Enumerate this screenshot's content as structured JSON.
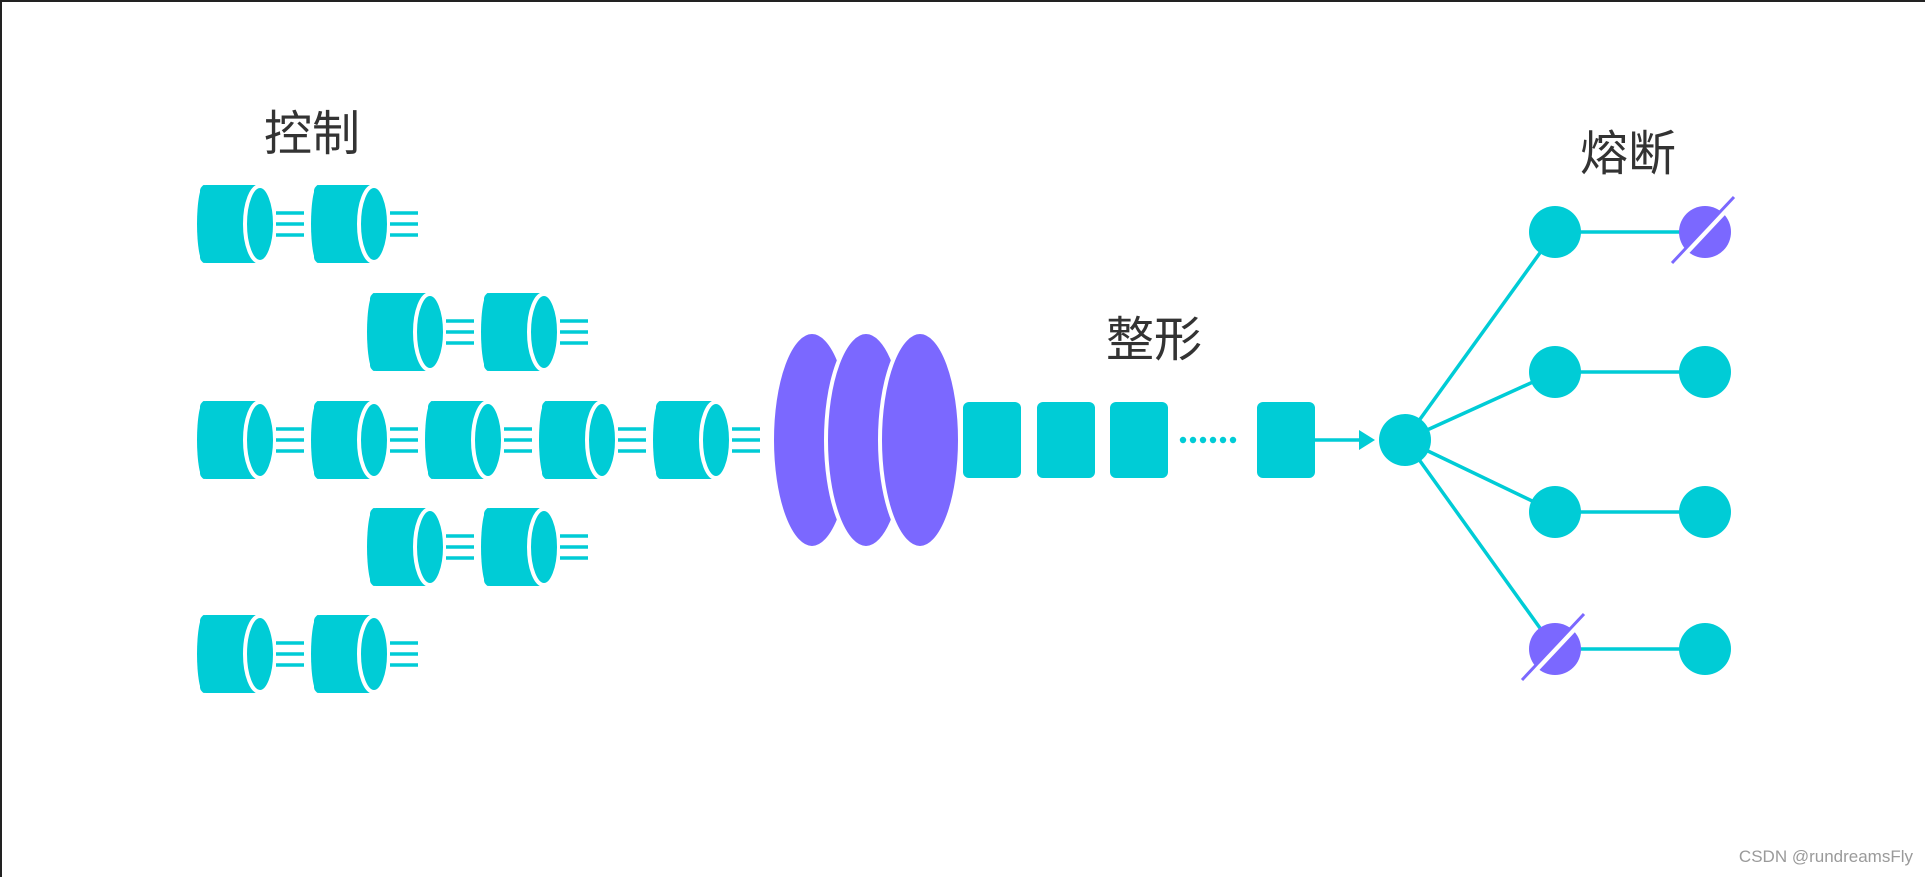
{
  "labels": {
    "control": "控制",
    "shaping": "整形",
    "fuse": "熔断"
  },
  "watermark": "CSDN @rundreamsFly",
  "colors": {
    "request": "#00CCD6",
    "shaper": "#7B68FF",
    "broken_node": "#7B68FF",
    "text": "#333333",
    "background": "#FFFFFF"
  },
  "control": {
    "rows": [
      {
        "cylinders": 2
      },
      {
        "cylinders": 2
      },
      {
        "cylinders": 5
      },
      {
        "cylinders": 2
      },
      {
        "cylinders": 2
      }
    ]
  },
  "shaping": {
    "shaper_discs": 3,
    "queue_blocks_before_ellipsis": 3,
    "queue_blocks_after_ellipsis": 1,
    "ellipsis_dots": 6
  },
  "fuse": {
    "branches": [
      {
        "first_node_broken": false,
        "second_node_broken": true
      },
      {
        "first_node_broken": false,
        "second_node_broken": false
      },
      {
        "first_node_broken": false,
        "second_node_broken": false
      },
      {
        "first_node_broken": true,
        "second_node_broken": false
      }
    ]
  }
}
